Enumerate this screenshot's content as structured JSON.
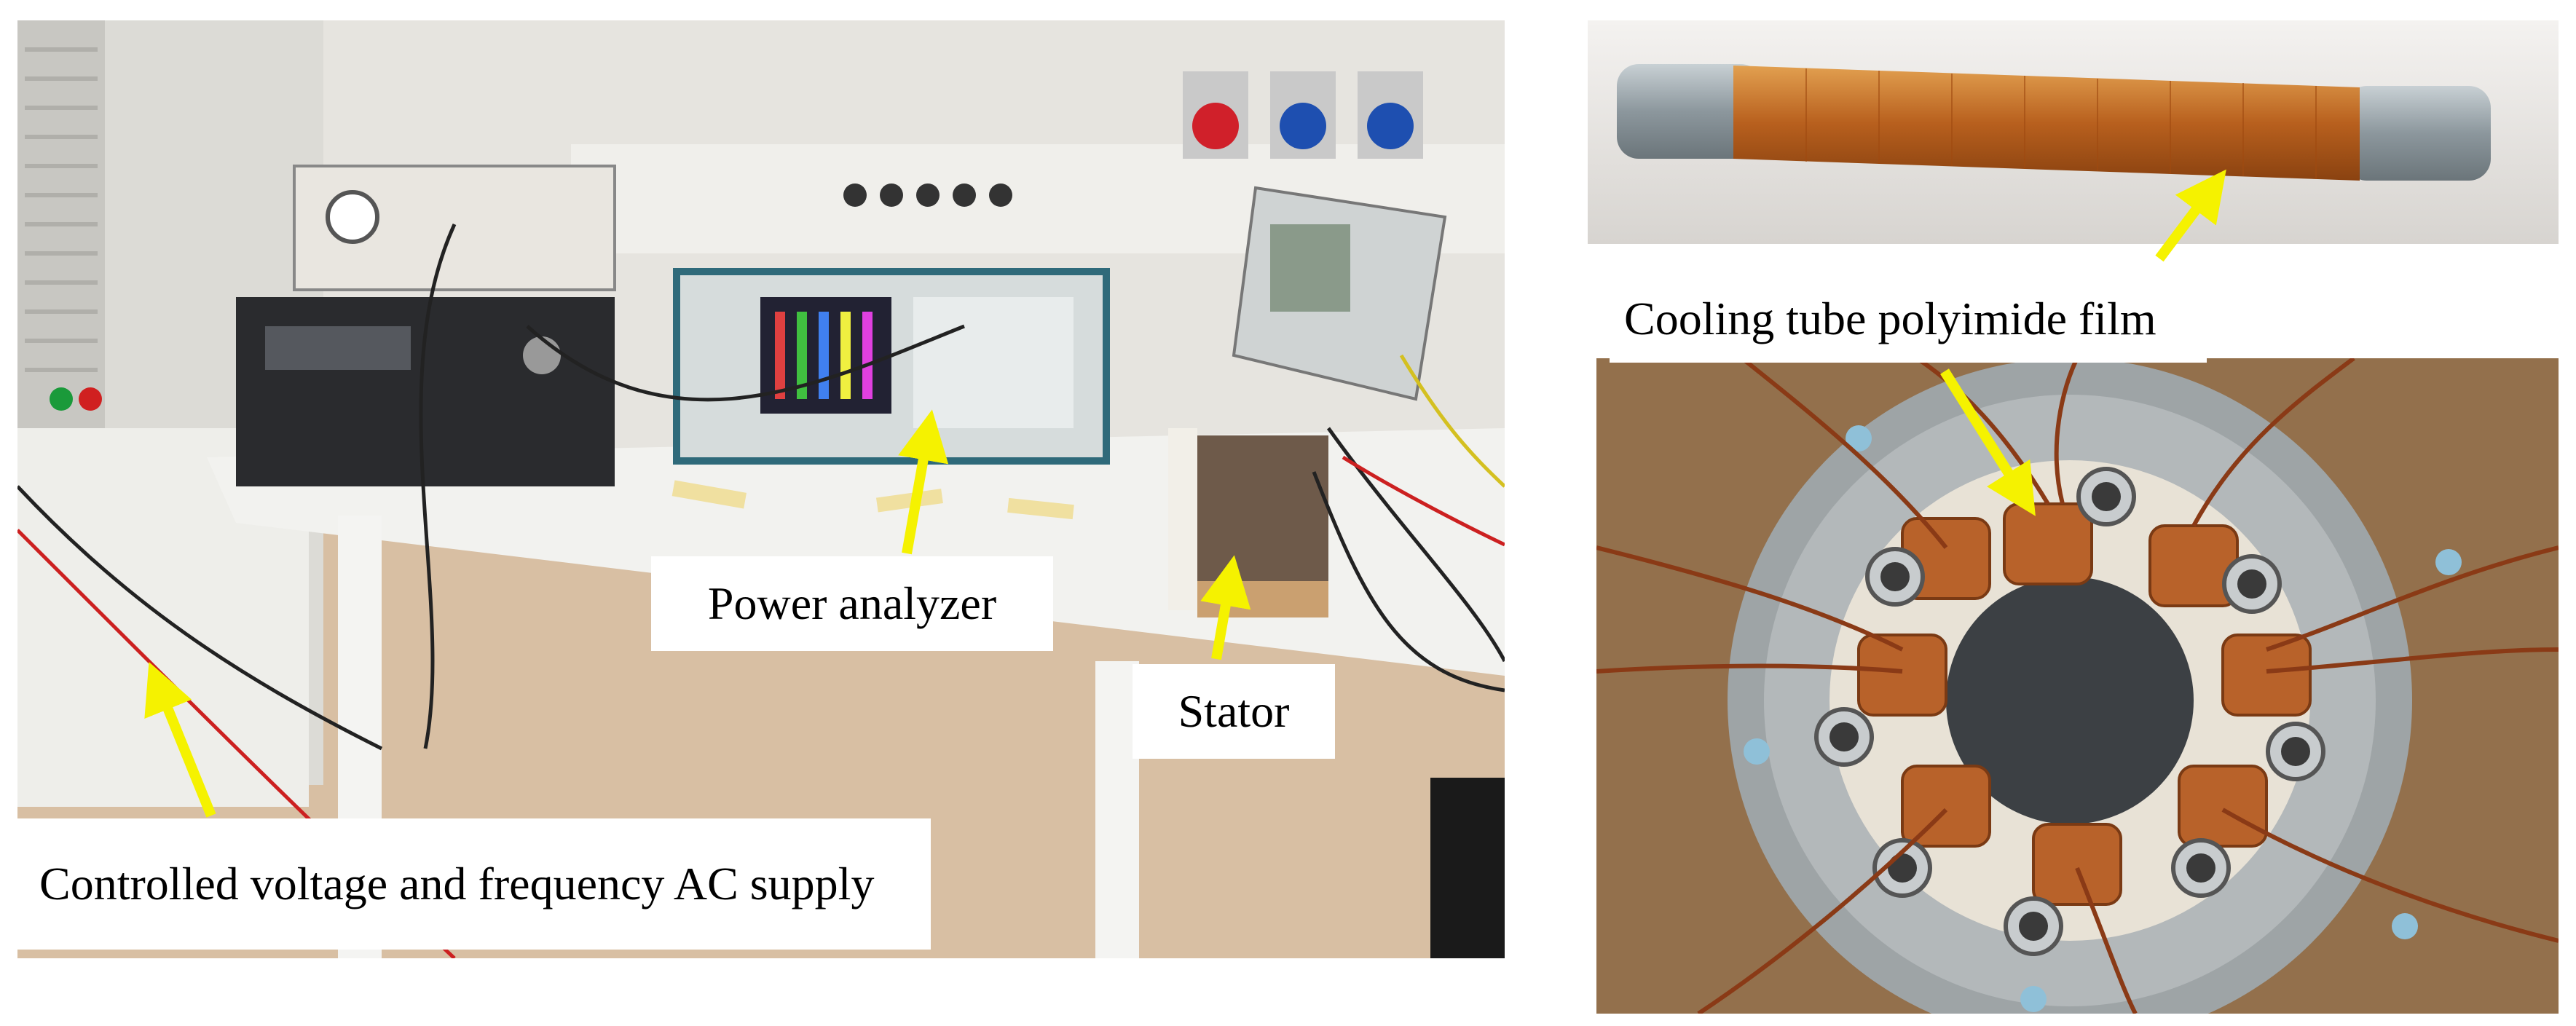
{
  "labels": {
    "ac_supply": "Controlled voltage and frequency AC supply",
    "power_analyzer": "Power analyzer",
    "stator": "Stator",
    "cooling_tube": "Cooling tube polyimide film"
  },
  "colors": {
    "arrow": "#f5f200",
    "copper": "#b8622a",
    "polyimide": "#c9741f",
    "steel": "#9aa3a8",
    "floor": "#d9c0a4",
    "wall": "#e8e6e2"
  }
}
